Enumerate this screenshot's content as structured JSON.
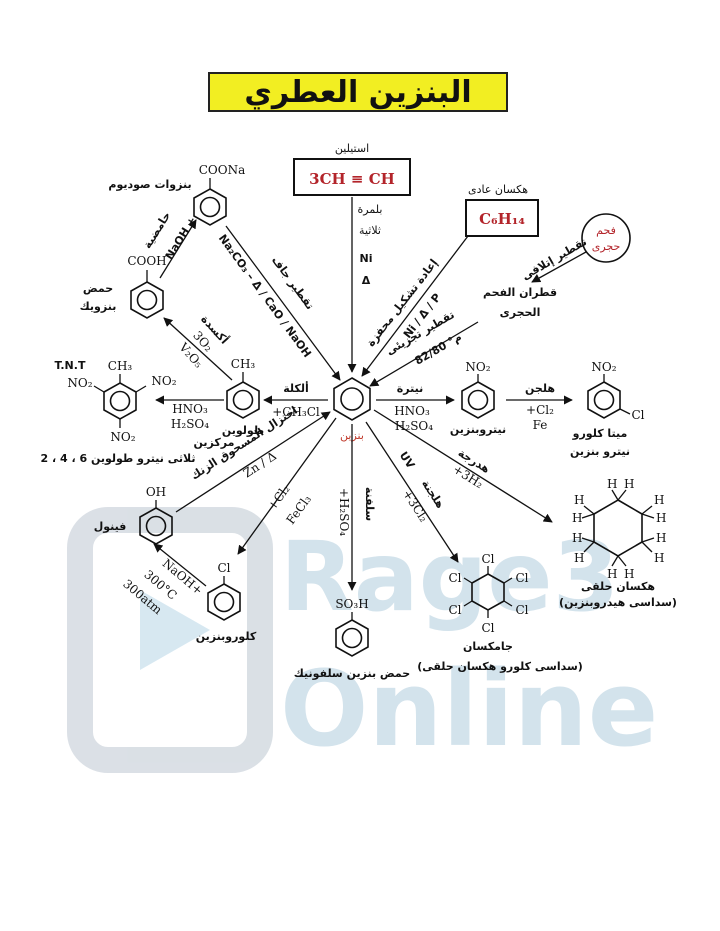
{
  "title": "البنزين العطري",
  "watermark": {
    "line1": "Rage3",
    "line2": "Online"
  },
  "center": {
    "label": "بنزين"
  },
  "nodes": {
    "acetylene": {
      "label": "استيلين",
      "formula": "3CH ≡ CH"
    },
    "hexane": {
      "label": "هكسان عادى",
      "formula": "C₆H₁₄"
    },
    "coal": {
      "label1": "فحم",
      "label2": "حجرى"
    },
    "coal_tar": {
      "label1": "قطران الفحم",
      "label2": "الحجرى"
    },
    "sodium_benzoate": {
      "label": "بنزوات صوديوم",
      "group": "COONa"
    },
    "benzoic_acid": {
      "label1": "حمض",
      "label2": "بنزويك",
      "group": "COOH"
    },
    "toluene": {
      "label": "طولوين",
      "group": "CH₃"
    },
    "tnt": {
      "name": "T.N.T",
      "label": "2 ، 4 ، 6 ثلاثى نيترو طولوين",
      "ch3": "CH₃",
      "no2_left": "NO₂",
      "no2_right": "NO₂",
      "no2_bottom": "NO₂"
    },
    "nitrobenzene": {
      "label": "نيتروبنزين",
      "group": "NO₂"
    },
    "meta_chloro": {
      "label1": "ميتا كلورو",
      "label2": "نيترو بنزين",
      "group_top": "NO₂",
      "group_right": "Cl"
    },
    "phenol": {
      "label": "فينول",
      "group": "OH"
    },
    "chlorobenzene": {
      "label": "كلوروبنزين",
      "group": "Cl"
    },
    "sulfonic": {
      "label": "حمض بنزين سلفونيك",
      "group": "SO₃H"
    },
    "gammexane": {
      "label1": "جامكسان",
      "label2": "(سداسى كلورو هكسان حلقى)",
      "cl": "Cl"
    },
    "cyclohexane": {
      "label1": "هكسان حلقى",
      "label2": "(سداسى هيدروبنزين)",
      "h": "H"
    }
  },
  "conditions": {
    "trimerization": {
      "line1": "بلمرة",
      "line2": "ثلاثية",
      "catalyst": "Ni",
      "heat": "Δ"
    },
    "reforming": {
      "line1": "إعادة تشكيل محفزة",
      "line2": "Ni / Δ / P"
    },
    "destructive": {
      "line1": "تقطير إتلافى"
    },
    "fractional": {
      "line1": "تقطير تجزيئى",
      "line2": "82/80 °م"
    },
    "decarboxylation": {
      "line1": "تقطير جاف",
      "line2": "Na₂CO₃ – Δ / CaO / NaOH"
    },
    "neutralization": {
      "line1": "حامضية",
      "line2": "NaOH +"
    },
    "oxidation": {
      "line1": "أكسدة",
      "line2": "3O₂",
      "line3": "V₂O₅"
    },
    "alkylation": {
      "line1": "ألكلة",
      "line2": "+CH₃Cl"
    },
    "tnt_nitration": {
      "line1": "HNO₃",
      "line2": "H₂SO₄",
      "line3": "مركزين"
    },
    "nitration": {
      "line1": "نيترة",
      "line2": "HNO₃",
      "line3": "H₂SO₄"
    },
    "halogenation": {
      "line1": "هلجن",
      "line2": "+Cl₂",
      "line3": "Fe"
    },
    "hydrogenation": {
      "line1": "هدرجة",
      "line2": "+3H₂"
    },
    "addition_cl": {
      "line1": "UV",
      "line2": "هلجنة",
      "line3": "+3Cl₂"
    },
    "sulfonation": {
      "line1": "سلفنة",
      "line2": "+H₂SO₄"
    },
    "chlorination": {
      "line1": "+Cl₂",
      "line2": "FeCl₃"
    },
    "reduction": {
      "line1": "اختزال المسحوق الزنك",
      "line2": "Zn / Δ"
    },
    "phenol_prep": {
      "line1": "NaOH+",
      "line2": "300°C",
      "line3": "300atm"
    }
  }
}
